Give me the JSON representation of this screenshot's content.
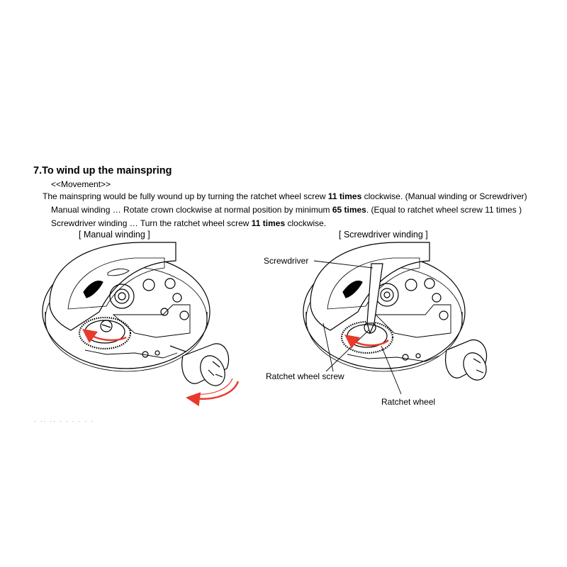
{
  "section": {
    "heading": "7.To wind up the mainspring",
    "subheading": "<<Movement>>"
  },
  "instructions": {
    "line1": {
      "pre": "The mainspring would be fully wound up by turning the ratchet wheel screw ",
      "bold": "11 times",
      "post": " clockwise. (Manual winding or Screwdriver)"
    },
    "line2": {
      "pre": "Manual winding … Rotate crown clockwise at normal position by minimum ",
      "bold": "65 times",
      "post": ". (Equal to ratchet wheel screw 11 times )"
    },
    "line3": {
      "pre": "Screwdriver winding … Turn the ratchet wheel screw ",
      "bold": "11 times",
      "post": " clockwise."
    }
  },
  "figures": {
    "manual_caption": "[ Manual winding ]",
    "screwdriver_caption": "[ Screwdriver winding ]",
    "labels": {
      "screwdriver": "Screwdriver",
      "ratchet_wheel_screw": "Ratchet wheel screw",
      "ratchet_wheel": "Ratchet wheel"
    }
  },
  "colors": {
    "arrow": "#e8392b",
    "line": "#000000"
  },
  "trailing_text": "· ·· ·· · · ·  · · ·"
}
